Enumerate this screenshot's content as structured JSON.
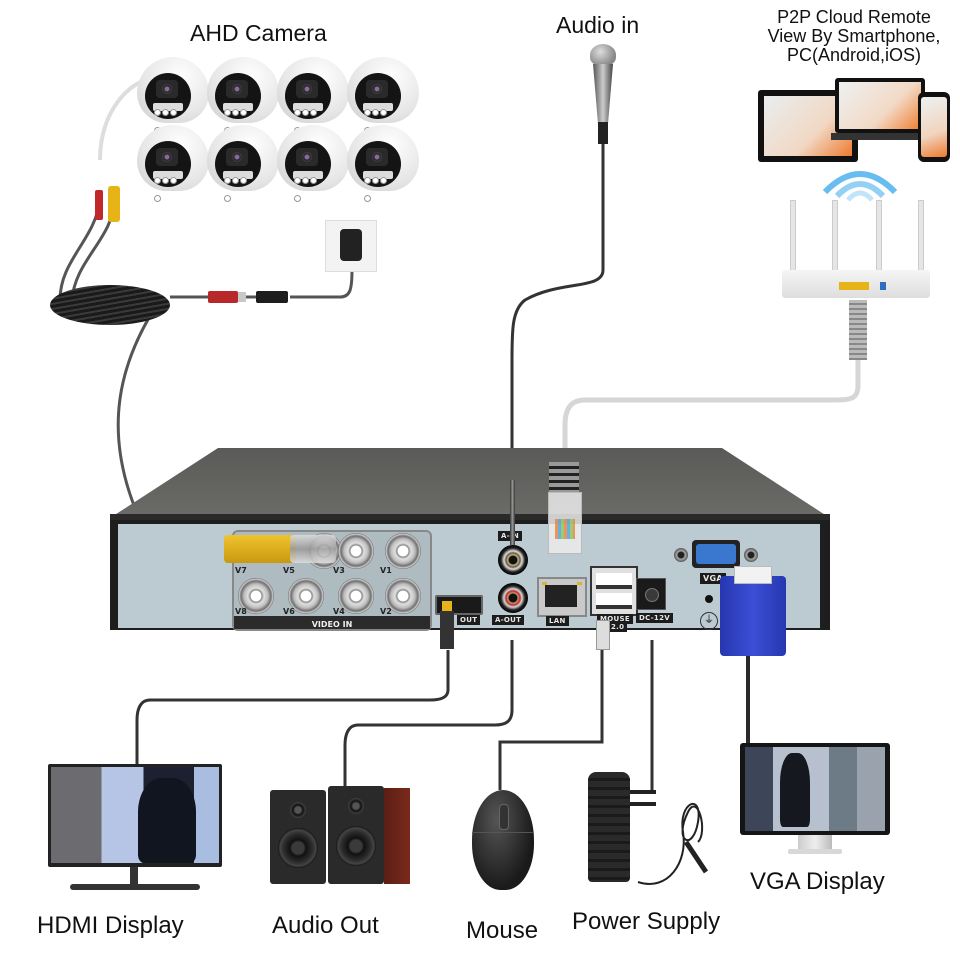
{
  "diagram": {
    "title": "DVR Connection Diagram",
    "nodes": {
      "cameras": {
        "label": "AHD Camera",
        "count": 8
      },
      "audio_in": {
        "label": "Audio in",
        "icon": "microphone-icon"
      },
      "p2p": {
        "label_lines": [
          "P2P Cloud Remote",
          "View By Smartphone,",
          "PC(Android,iOS)"
        ],
        "devices": [
          "tablet",
          "laptop",
          "smartphone"
        ]
      },
      "router": {
        "icon": "wifi-router-icon"
      },
      "hdmi_display": {
        "label": "HDMI Display"
      },
      "audio_out": {
        "label": "Audio Out"
      },
      "mouse": {
        "label": "Mouse"
      },
      "power_supply": {
        "label": "Power Supply"
      },
      "vga_display": {
        "label": "VGA Display"
      }
    },
    "dvr": {
      "video_in_label": "VIDEO IN",
      "channels_top": [
        "V7",
        "V5",
        "V3",
        "V1"
      ],
      "channels_bottom": [
        "V8",
        "V6",
        "V4",
        "V2"
      ],
      "ports": {
        "audio_in": "A-IN",
        "audio_out": "A-OUT",
        "hdmi": "OUT",
        "lan": "LAN",
        "usb": "MOUSE",
        "usb_sub": "2.0",
        "power": "DC-12V",
        "vga": "VGA"
      }
    },
    "colors": {
      "cable": "#3a3a3a",
      "lan_cable": "#d8d8d8",
      "dvr_panel": "#b9c9cf",
      "dvr_top": "#4a4a48",
      "bnc_yellow": "#e6b417",
      "vga_blue": "#2f3fbf",
      "wifi_blue": "#3fa6e8"
    }
  }
}
